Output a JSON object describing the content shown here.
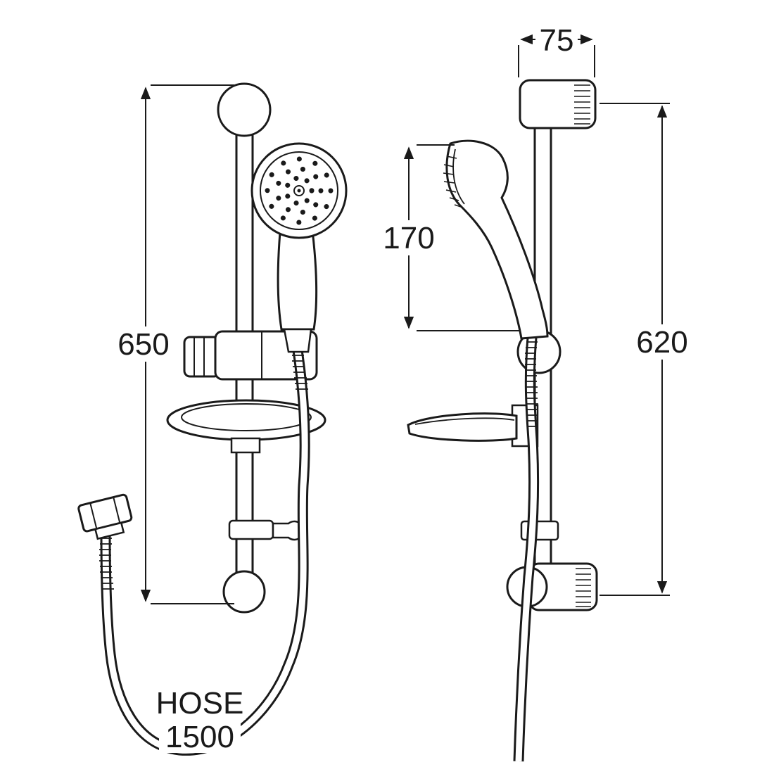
{
  "diagram": {
    "line_color": "#1a1a1a",
    "background_color": "#ffffff",
    "labels": {
      "rail_length": "650",
      "handset_height": "170",
      "bracket_width": "75",
      "fixing_height": "620",
      "hose_title": "HOSE",
      "hose_length": "1500"
    }
  }
}
